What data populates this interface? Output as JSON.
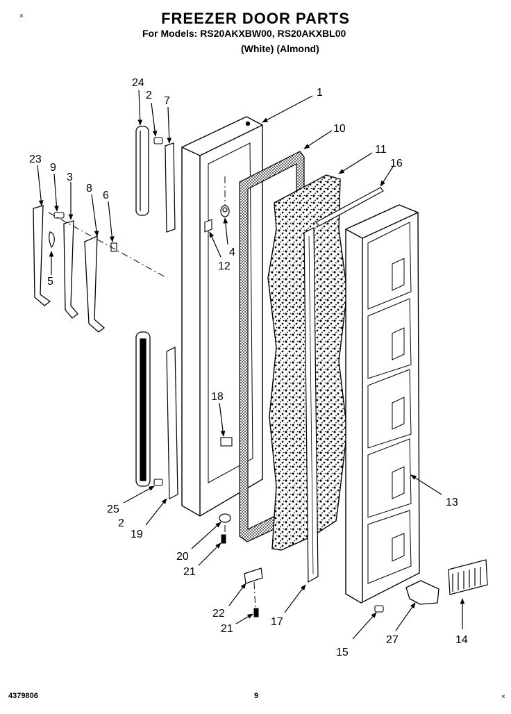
{
  "header": {
    "title": "FREEZER DOOR PARTS",
    "models_line": "For Models: RS20AKXBW00, RS20AKXBL00",
    "variants_line": "(White)  (Almond)"
  },
  "footer": {
    "doc_number": "4379806",
    "page_number": "9"
  },
  "marks": {
    "top_left": "×",
    "bottom_right": "×"
  },
  "callouts": {
    "c1": "1",
    "c2a": "2",
    "c2b": "2",
    "c3": "3",
    "c4": "4",
    "c5": "5",
    "c6": "6",
    "c7": "7",
    "c8": "8",
    "c9": "9",
    "c10": "10",
    "c11": "11",
    "c12": "12",
    "c13": "13",
    "c14": "14",
    "c15": "15",
    "c16": "16",
    "c17": "17",
    "c18": "18",
    "c19": "19",
    "c20": "20",
    "c21a": "21",
    "c21b": "21",
    "c22": "22",
    "c23": "23",
    "c24": "24",
    "c25": "25",
    "c27": "27"
  }
}
